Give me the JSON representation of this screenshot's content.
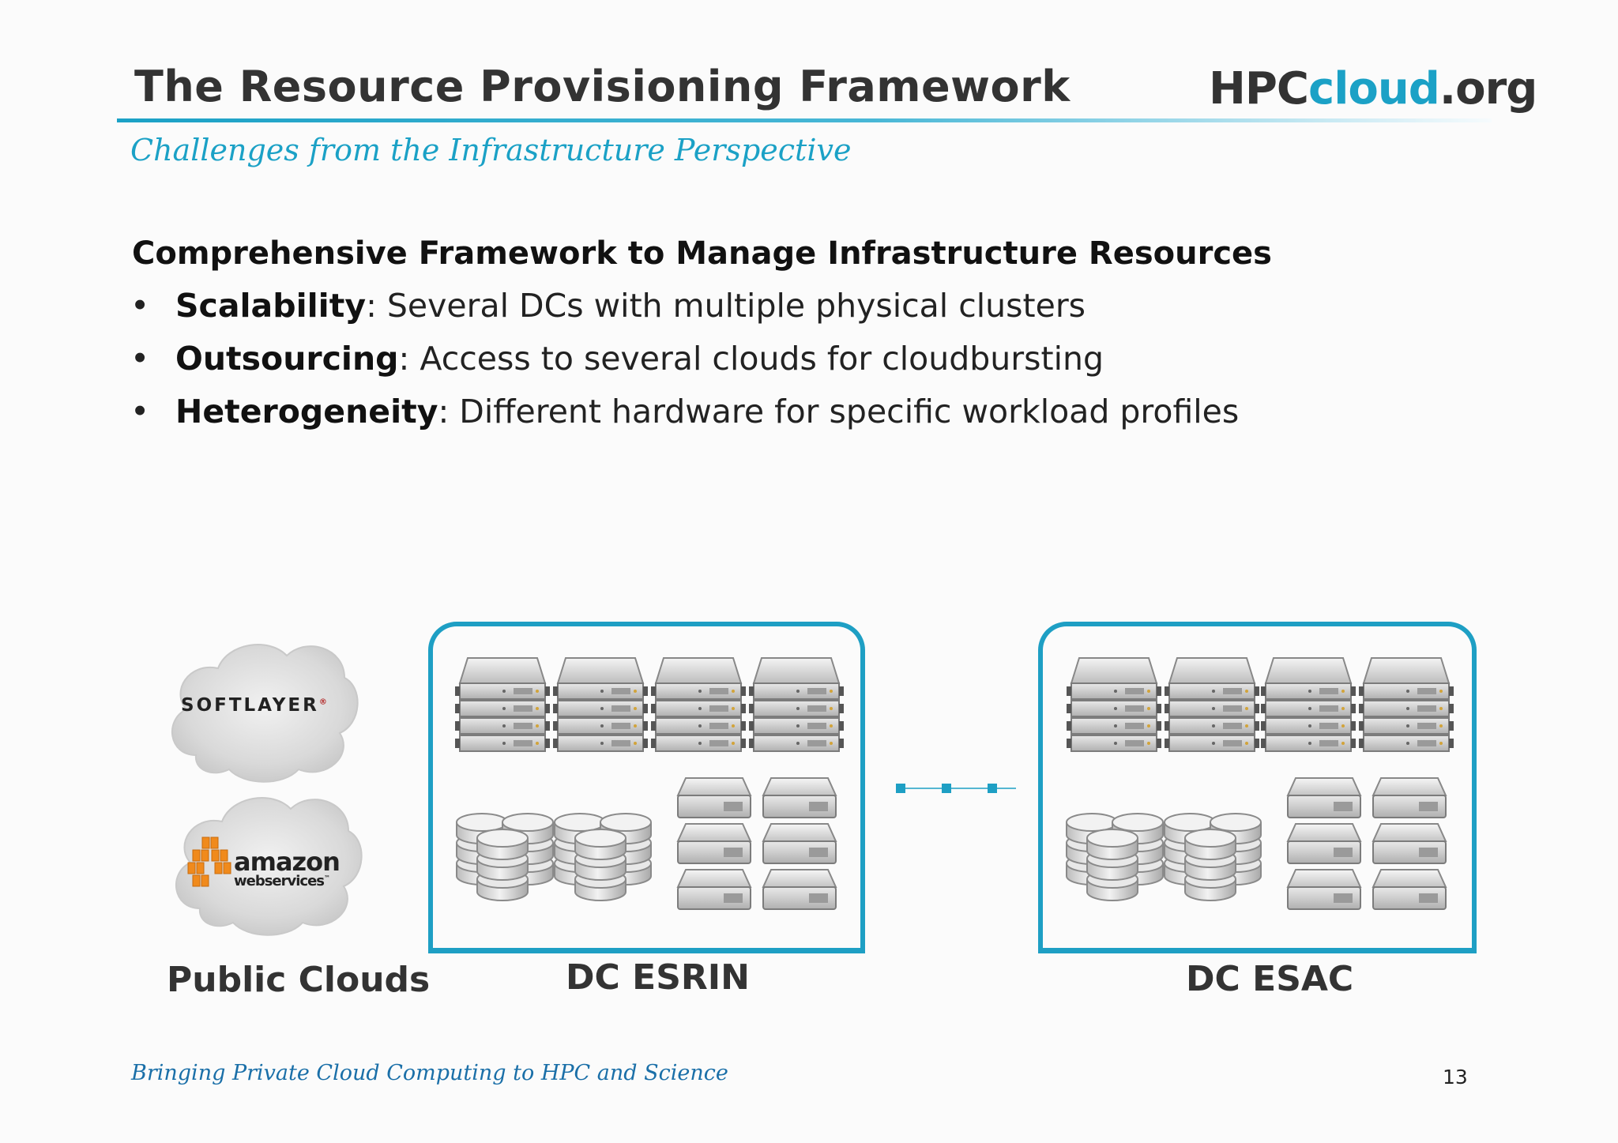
{
  "header": {
    "title": "The Resource Provisioning Framework",
    "logo_main": "HPC",
    "logo_accent": "cloud",
    "logo_suffix": ".org",
    "subtitle": "Challenges from the Infrastructure Perspective"
  },
  "content": {
    "heading": "Comprehensive Framework to Manage Infrastructure Resources",
    "bullets": [
      {
        "term": "Scalability",
        "text": ": Several DCs with multiple physical clusters"
      },
      {
        "term": "Outsourcing",
        "text": ": Access to several clouds for cloudbursting"
      },
      {
        "term": "Heterogeneity",
        "text": ": Different hardware for specific workload profiles"
      }
    ],
    "bullet_glyph": "•"
  },
  "diagram": {
    "clouds": [
      {
        "name": "SOFTLAYER",
        "mark": "®"
      },
      {
        "name": "amazon",
        "sub": "webservices",
        "mark": "™"
      }
    ],
    "public_clouds_label": "Public Clouds",
    "dc_labels": [
      "DC ESRIN",
      "DC ESAC"
    ],
    "accent_color": "#1e9fc4",
    "icons": [
      "rack-server-icon",
      "database-icon",
      "storage-drive-icon",
      "cloud-icon"
    ]
  },
  "footer": {
    "tagline": "Bringing Private Cloud Computing to HPC and Science",
    "page": "13"
  }
}
